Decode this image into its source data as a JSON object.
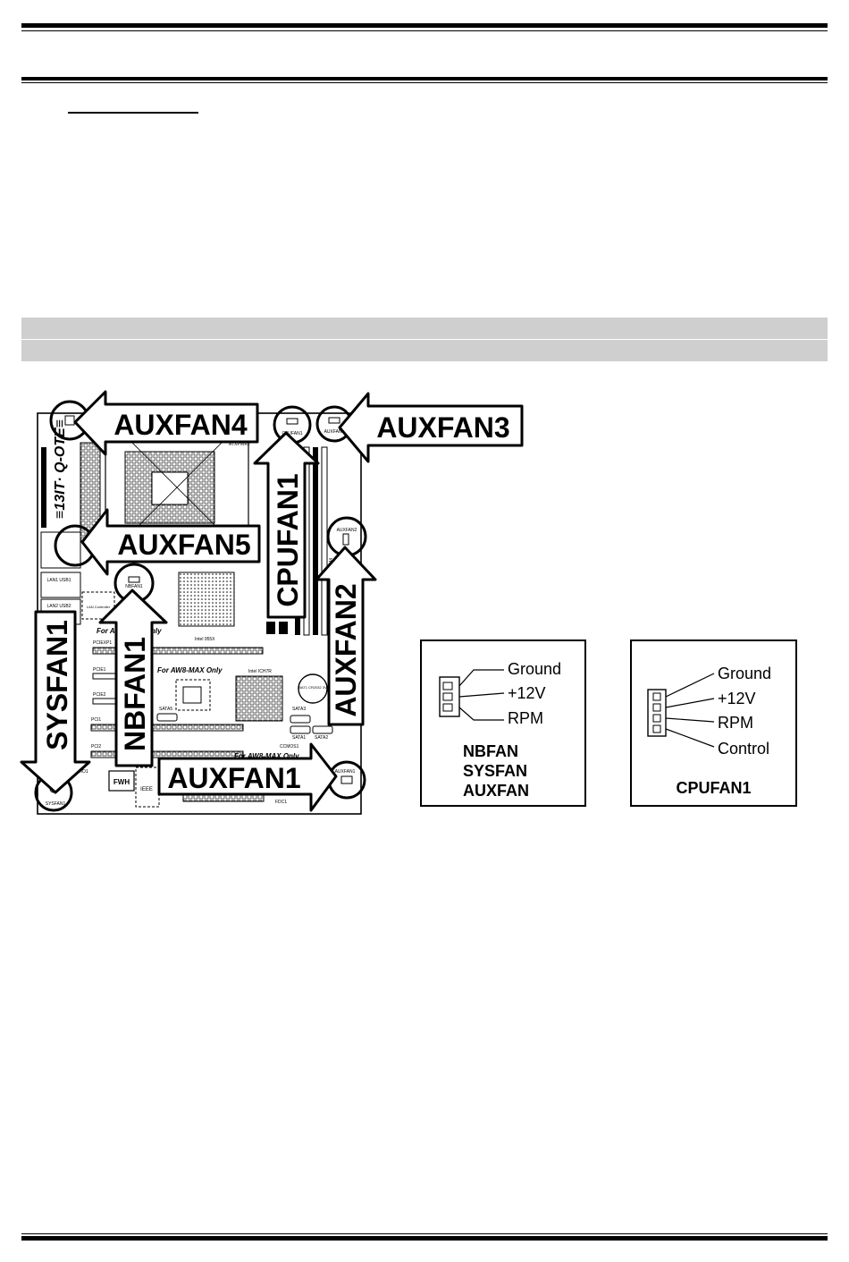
{
  "board": {
    "silkscreen": {
      "brand": "≡13IT· Q-OTE≡",
      "atxpwr": "ATXPWR2",
      "cpufan_small": "CPUFAN1",
      "auxfan3_small": "AUXFAN3",
      "auxfan2_small": "AUXFAN2",
      "nbfan_small": "NBFAN1",
      "sysfan_small": "SYSFAN1",
      "auxfan1_small": "AUXFAN1",
      "lan1": "LAN1 USB1",
      "lan2": "LAN2 USB2",
      "lan_ctrl": "LAN Controller",
      "for_aw8_1": "For AW8-MAX Only",
      "for_aw8_2": "For AW8-MAX Only",
      "for_aw8_3": "For AW8-MAX Only",
      "intel_955x": "Intel 955X",
      "intel_ich7r": "Intel ICH7R",
      "bat1": "BAT1 CR2032 3V",
      "pciex16": "PCIEXP1",
      "pcie1": "PCIE1",
      "pcie2": "PCIE2",
      "pci1": "PCI1",
      "pci2": "PCI2",
      "sata5": "SATA5",
      "sata3": "SATA3",
      "sata1": "SATA1",
      "sata2": "SATA2",
      "cmos": "CCMOS1",
      "fwh": "FWH",
      "ieee": "IEEE",
      "fdc": "FDC1",
      "audio": "AUDIO1",
      "dimm": "DIMM4"
    },
    "callouts": {
      "auxfan4": "AUXFAN4",
      "auxfan3": "AUXFAN3",
      "auxfan5": "AUXFAN5",
      "cpufan1": "CPUFAN1",
      "auxfan2": "AUXFAN2",
      "sysfan1": "SYSFAN1",
      "nbfan1": "NBFAN1",
      "auxfan1": "AUXFAN1"
    }
  },
  "three_pin": {
    "pins": [
      "Ground",
      "+12V",
      "RPM"
    ],
    "names": [
      "NBFAN",
      "SYSFAN",
      "AUXFAN"
    ]
  },
  "four_pin": {
    "pins": [
      "Ground",
      "+12V",
      "RPM",
      "Control"
    ],
    "name": "CPUFAN1"
  }
}
